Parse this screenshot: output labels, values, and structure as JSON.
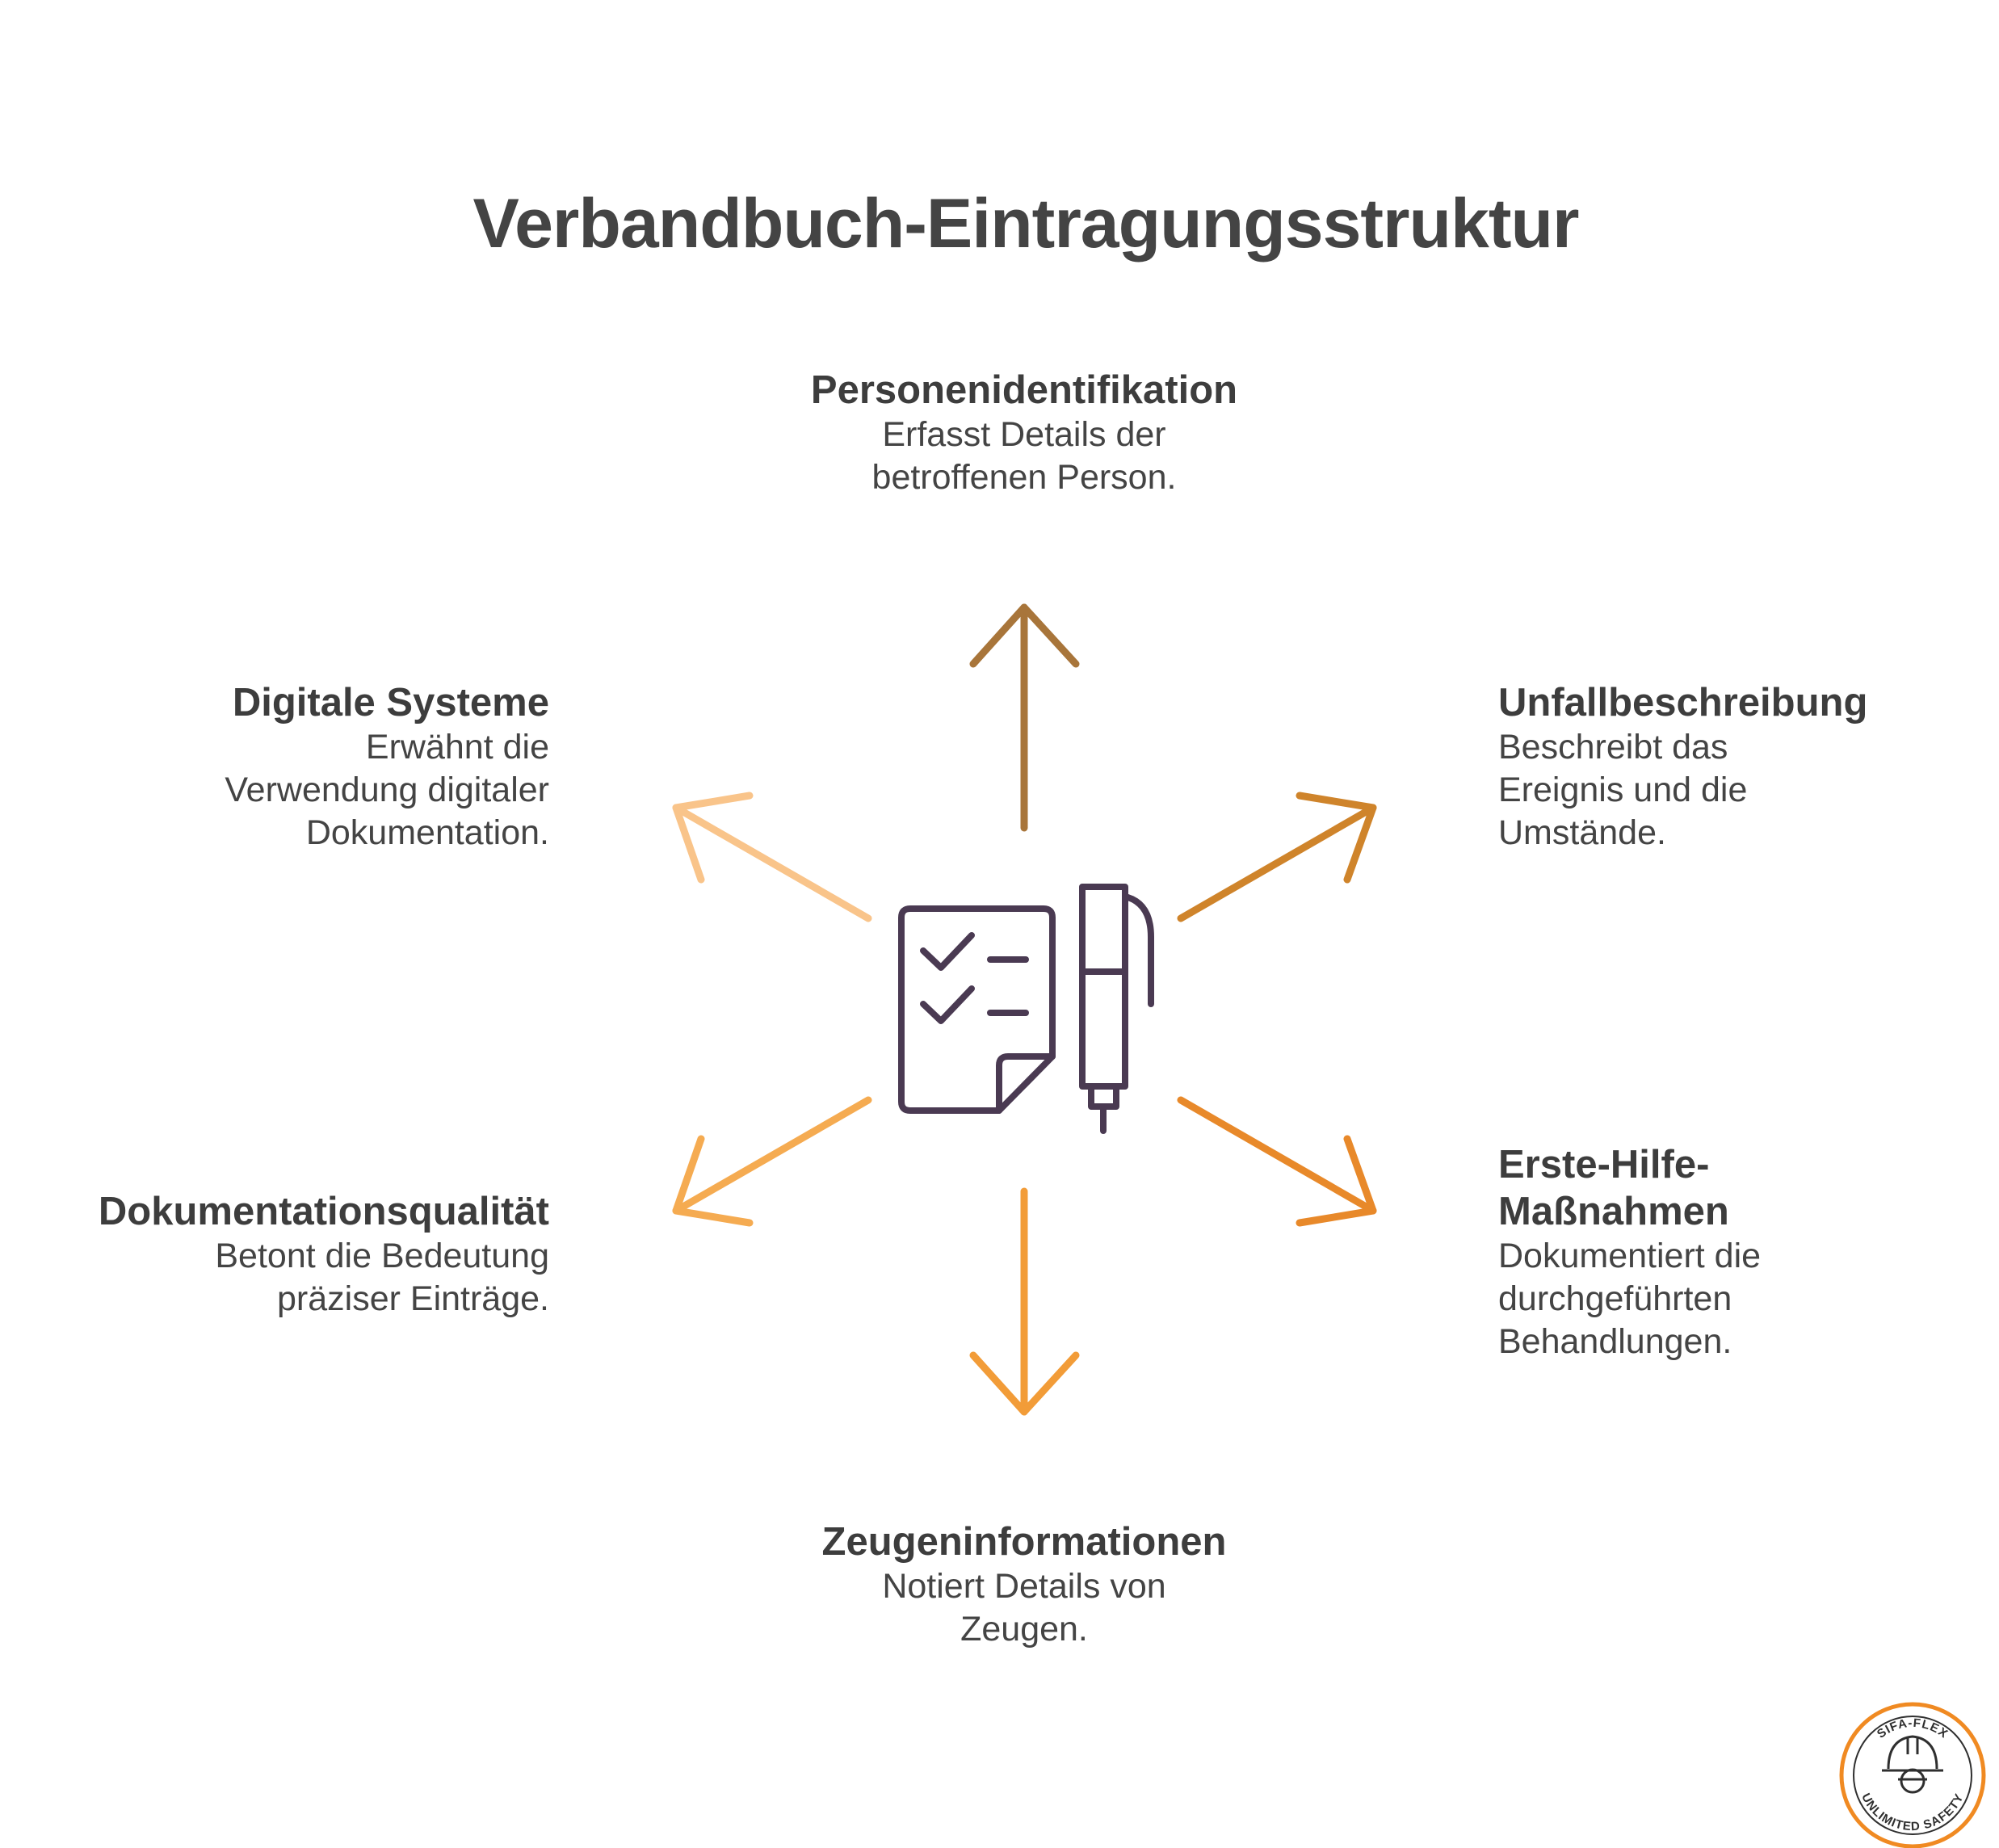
{
  "title": "Verbandbuch-Eintragungsstruktur",
  "nodes": {
    "personenidentifikation": {
      "heading": "Personenidentifikation",
      "line1": "Erfasst Details der",
      "line2": "betroffenen Person."
    },
    "unfallbeschreibung": {
      "heading": "Unfallbeschreibung",
      "line1": "Beschreibt das",
      "line2": "Ereignis und die",
      "line3": "Umstände."
    },
    "erste_hilfe": {
      "heading1": "Erste-Hilfe-",
      "heading2": "Maßnahmen",
      "line1": "Dokumentiert die",
      "line2": "durchgeführten",
      "line3": "Behandlungen."
    },
    "zeugeninformationen": {
      "heading": "Zeugeninformationen",
      "line1": "Notiert Details von",
      "line2": "Zeugen."
    },
    "dokumentationsqualitaet": {
      "heading": "Dokumentationsqualität",
      "line1": "Betont die Bedeutung",
      "line2": "präziser Einträge."
    },
    "digitale_systeme": {
      "heading": "Digitale Systeme",
      "line1": "Erwähnt die",
      "line2": "Verwendung digitaler",
      "line3": "Dokumentation."
    }
  },
  "colors": {
    "arrow_up": "#a8753a",
    "arrow_upper_right": "#cf842b",
    "arrow_lower_right": "#e8892a",
    "arrow_down": "#f29c38",
    "arrow_lower_left": "#f5ab51",
    "arrow_upper_left": "#f9c48a",
    "icon_stroke": "#4a3a52",
    "badge_ring": "#f08a22"
  },
  "icons": {
    "center": "checklist-pen-icon",
    "badge": "hardhat-gear-icon"
  },
  "badge": {
    "top_text": "SIFA-FLEX",
    "bottom_text": "UNLIMITED SAFETY"
  }
}
